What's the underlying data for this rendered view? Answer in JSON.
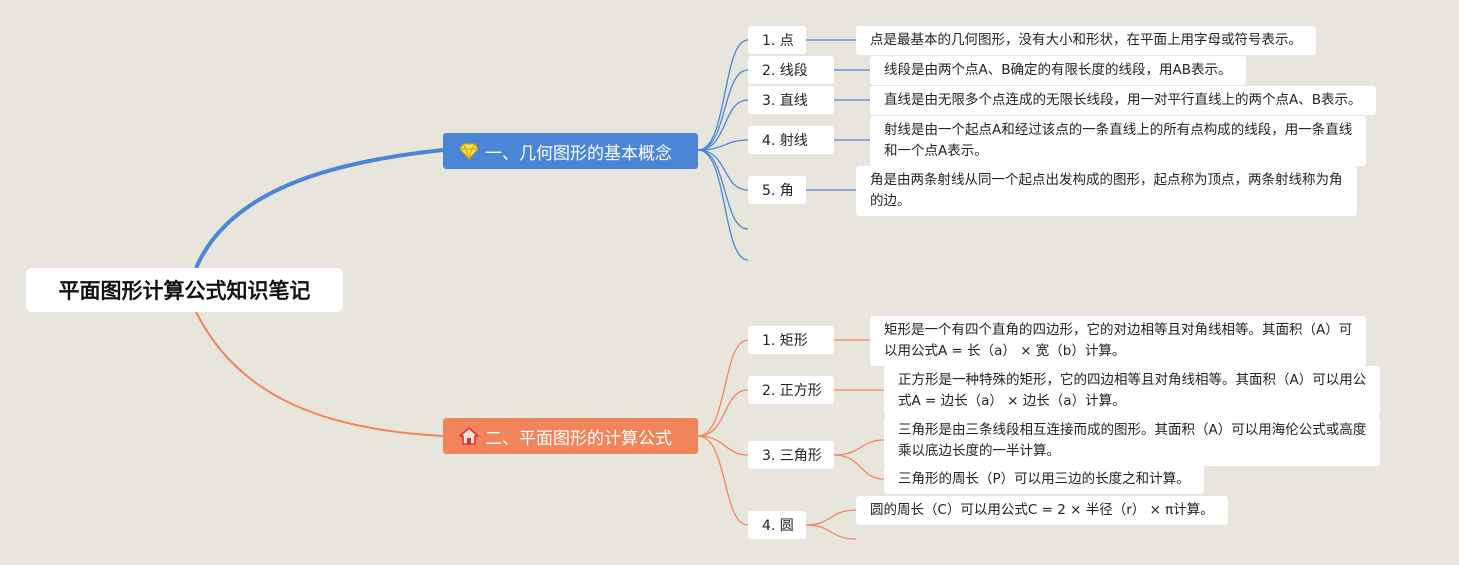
{
  "root": {
    "title": "平面图形计算公式知识笔记"
  },
  "branch1": {
    "title": "一、几何图形的基本概念",
    "icon": "diamond-icon",
    "color": "#4a86d6",
    "items": [
      {
        "label": "1. 点",
        "text": [
          "点是最基本的几何图形，没有大小和形状，在平面上用字母或符号表示。"
        ]
      },
      {
        "label": "2. 线段",
        "text": [
          "线段是由两个点A、B确定的有限长度的线段，用AB表示。"
        ]
      },
      {
        "label": "3. 直线",
        "text": [
          "直线是由无限多个点连成的无限长线段，用一对平行直线上的两个点A、B表示。"
        ]
      },
      {
        "label": "4. 射线",
        "text": [
          "射线是由一个起点A和经过该点的一条直线上的所有点构成的线段，用一条直线",
          "和一个点A表示。"
        ]
      },
      {
        "label": "5. 角",
        "text": [
          "角是由两条射线从同一个起点出发构成的图形，起点称为顶点，两条射线称为角",
          "的边。"
        ]
      }
    ]
  },
  "branch2": {
    "title": "二、平面图形的计算公式",
    "icon": "house-icon",
    "color": "#f2845c",
    "items": [
      {
        "label": "1. 矩形",
        "text": [
          "矩形是一个有四个直角的四边形，它的对边相等且对角线相等。其面积（A）可",
          "以用公式A = 长（a） × 宽（b）计算。"
        ]
      },
      {
        "label": "2. 正方形",
        "text": [
          "正方形是一种特殊的矩形，它的四边相等且对角线相等。其面积（A）可以用公",
          "式A = 边长（a） × 边长（a）计算。"
        ]
      },
      {
        "label": "3. 三角形",
        "text": [
          "三角形是由三条线段相互连接而成的图形。其面积（A）可以用海伦公式或高度",
          "乘以底边长度的一半计算。"
        ],
        "text2": [
          "三角形的周长（P）可以用三边的长度之和计算。"
        ]
      },
      {
        "label": "4. 圆",
        "text": [
          "圆的周长（C）可以用公式C = 2 × 半径（r） × π计算。"
        ]
      }
    ]
  }
}
